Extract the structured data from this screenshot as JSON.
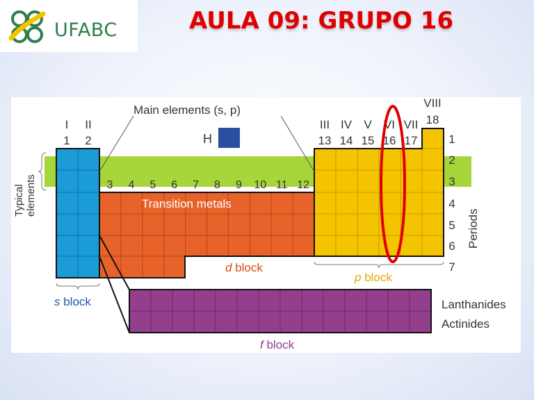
{
  "logo": {
    "text": "UFABC",
    "icon": "ufabc-logo-mark"
  },
  "slide": {
    "title": "AULA 09: GRUPO 16"
  },
  "diagram": {
    "main_elements_label": "Main elements (s, p)",
    "hydrogen": "H",
    "typical_elements_line1": "Typical",
    "typical_elements_line2": "elements",
    "group_roman": [
      "I",
      "II",
      "III",
      "IV",
      "V",
      "VI",
      "VII",
      "VIII"
    ],
    "group_numbers_s": [
      "1",
      "2"
    ],
    "group_numbers_d": [
      "3",
      "4",
      "5",
      "6",
      "7",
      "8",
      "9",
      "10",
      "11",
      "12"
    ],
    "group_numbers_p": [
      "13",
      "14",
      "15",
      "16",
      "17",
      "18"
    ],
    "periods": [
      "1",
      "2",
      "3",
      "4",
      "5",
      "6",
      "7"
    ],
    "periods_label": "Periods",
    "transition_metals": "Transition metals",
    "d_block": {
      "letter": "d",
      "word": " block"
    },
    "p_block": {
      "letter": "p",
      "word": " block"
    },
    "s_block": {
      "letter": "s",
      "word": " block"
    },
    "f_block": {
      "letter": "f",
      "word": " block"
    },
    "lanthanides": "Lanthanides",
    "actinides": "Actinides",
    "highlight": "group-16-column",
    "colors": {
      "s_block": "#1b9cd8",
      "d_block": "#e8632a",
      "p_block": "#f5c400",
      "f_block": "#933f8e",
      "hydrogen": "#2a4ea0",
      "typical_band": "#a6d63a",
      "highlight": "#e00000",
      "s_label": "#2155a6",
      "d_label": "#d84a10",
      "p_label": "#e6a800",
      "f_label": "#8e3f8c"
    }
  }
}
